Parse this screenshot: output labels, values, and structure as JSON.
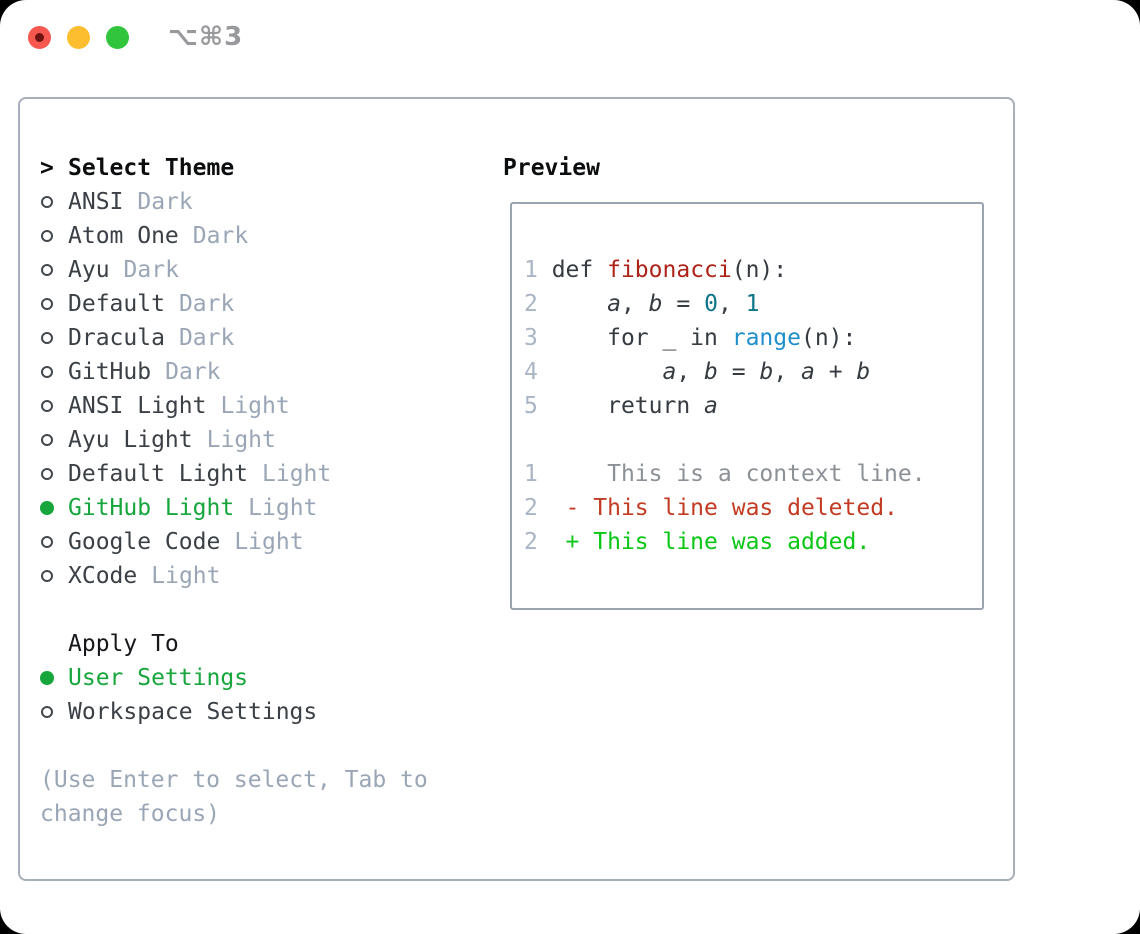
{
  "window": {
    "shortcut_label": "⌥⌘3",
    "traffic_lights": {
      "close_color": "#f6574e",
      "close_inner_dot_color": "#6d1410",
      "minimize_color": "#fcbd2f",
      "zoom_color": "#30c53c"
    }
  },
  "colors": {
    "accent_green": "#16a63c",
    "added_green": "#0ac716",
    "deleted_red": "#c23b22",
    "function_red": "#ad2318",
    "builtin_blue": "#1e8fcc",
    "number_teal": "#0e7489",
    "muted_gray": "#9aa6b6",
    "line_number_gray": "#a9b5c4",
    "panel_border": "#a7afba"
  },
  "theme_picker": {
    "header": {
      "prompt": ">",
      "label": "Select Theme"
    },
    "themes": [
      {
        "name": "ANSI",
        "variant": "Dark",
        "selected": false
      },
      {
        "name": "Atom One",
        "variant": "Dark",
        "selected": false
      },
      {
        "name": "Ayu",
        "variant": "Dark",
        "selected": false
      },
      {
        "name": "Default",
        "variant": "Dark",
        "selected": false
      },
      {
        "name": "Dracula",
        "variant": "Dark",
        "selected": false
      },
      {
        "name": "GitHub",
        "variant": "Dark",
        "selected": false
      },
      {
        "name": "ANSI Light",
        "variant": "Light",
        "selected": false
      },
      {
        "name": "Ayu Light",
        "variant": "Light",
        "selected": false
      },
      {
        "name": "Default Light",
        "variant": "Light",
        "selected": false
      },
      {
        "name": "GitHub Light",
        "variant": "Light",
        "selected": true
      },
      {
        "name": "Google Code",
        "variant": "Light",
        "selected": false
      },
      {
        "name": "XCode",
        "variant": "Light",
        "selected": false
      }
    ],
    "apply_to": {
      "label": "Apply To",
      "options": [
        {
          "name": "User Settings",
          "selected": true
        },
        {
          "name": "Workspace Settings",
          "selected": false
        }
      ]
    },
    "help_lines": [
      "(Use Enter to select, Tab to",
      "change focus)"
    ]
  },
  "preview": {
    "title": "Preview",
    "code_lines": [
      {
        "num": "1",
        "tokens": [
          {
            "t": " def ",
            "c": "plain"
          },
          {
            "t": "fibonacci",
            "c": "func"
          },
          {
            "t": "(n):",
            "c": "plain"
          }
        ]
      },
      {
        "num": "2",
        "tokens": [
          {
            "t": "     ",
            "c": "plain"
          },
          {
            "t": "a",
            "c": "var"
          },
          {
            "t": ", ",
            "c": "plain"
          },
          {
            "t": "b",
            "c": "var"
          },
          {
            "t": " = ",
            "c": "plain"
          },
          {
            "t": "0",
            "c": "num"
          },
          {
            "t": ", ",
            "c": "plain"
          },
          {
            "t": "1",
            "c": "num"
          }
        ]
      },
      {
        "num": "3",
        "tokens": [
          {
            "t": "     for _ in ",
            "c": "plain"
          },
          {
            "t": "range",
            "c": "builtin"
          },
          {
            "t": "(n):",
            "c": "plain"
          }
        ]
      },
      {
        "num": "4",
        "tokens": [
          {
            "t": "         ",
            "c": "plain"
          },
          {
            "t": "a",
            "c": "var"
          },
          {
            "t": ", ",
            "c": "plain"
          },
          {
            "t": "b",
            "c": "var"
          },
          {
            "t": " = ",
            "c": "plain"
          },
          {
            "t": "b",
            "c": "var"
          },
          {
            "t": ", ",
            "c": "plain"
          },
          {
            "t": "a",
            "c": "var"
          },
          {
            "t": " + ",
            "c": "plain"
          },
          {
            "t": "b",
            "c": "var"
          }
        ]
      },
      {
        "num": "5",
        "tokens": [
          {
            "t": "     return ",
            "c": "plain"
          },
          {
            "t": "a",
            "c": "var"
          }
        ]
      }
    ],
    "diff_lines": [
      {
        "num": "1",
        "body": "     This is a context line.",
        "kind": "context"
      },
      {
        "num": "2",
        "body": "  - This line was deleted.",
        "kind": "deleted"
      },
      {
        "num": "2",
        "body": "  + This line was added.",
        "kind": "added"
      }
    ]
  }
}
